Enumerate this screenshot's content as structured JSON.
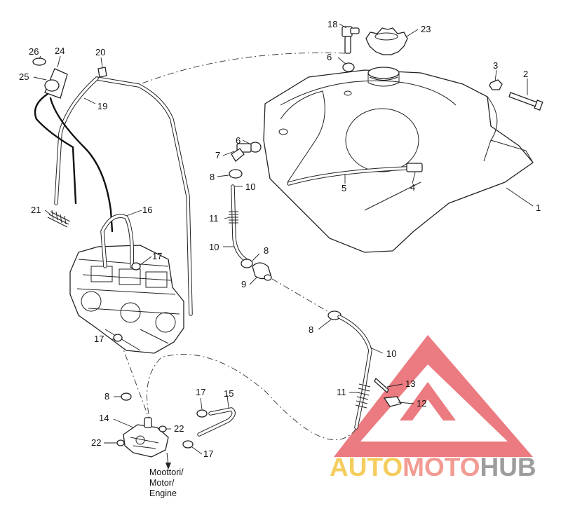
{
  "callouts": [
    {
      "id": "1",
      "label": "1"
    },
    {
      "id": "2",
      "label": "2"
    },
    {
      "id": "3",
      "label": "3"
    },
    {
      "id": "4",
      "label": "4"
    },
    {
      "id": "5",
      "label": "5"
    },
    {
      "id": "6a",
      "label": "6"
    },
    {
      "id": "6b",
      "label": "6"
    },
    {
      "id": "7",
      "label": "7"
    },
    {
      "id": "8a",
      "label": "8"
    },
    {
      "id": "8b",
      "label": "8"
    },
    {
      "id": "8c",
      "label": "8"
    },
    {
      "id": "8d",
      "label": "8"
    },
    {
      "id": "9",
      "label": "9"
    },
    {
      "id": "10a",
      "label": "10"
    },
    {
      "id": "10b",
      "label": "10"
    },
    {
      "id": "10c",
      "label": "10"
    },
    {
      "id": "11a",
      "label": "11"
    },
    {
      "id": "11b",
      "label": "11"
    },
    {
      "id": "12",
      "label": "12"
    },
    {
      "id": "13",
      "label": "13"
    },
    {
      "id": "14",
      "label": "14"
    },
    {
      "id": "15",
      "label": "15"
    },
    {
      "id": "16",
      "label": "16"
    },
    {
      "id": "17a",
      "label": "17"
    },
    {
      "id": "17b",
      "label": "17"
    },
    {
      "id": "17c",
      "label": "17"
    },
    {
      "id": "17d",
      "label": "17"
    },
    {
      "id": "18",
      "label": "18"
    },
    {
      "id": "19",
      "label": "19"
    },
    {
      "id": "20",
      "label": "20"
    },
    {
      "id": "21",
      "label": "21"
    },
    {
      "id": "22a",
      "label": "22"
    },
    {
      "id": "22b",
      "label": "22"
    },
    {
      "id": "23",
      "label": "23"
    },
    {
      "id": "24",
      "label": "24"
    },
    {
      "id": "25",
      "label": "25"
    },
    {
      "id": "26",
      "label": "26"
    }
  ],
  "engine_note": [
    "Moottori/",
    "Motor/",
    "Engine"
  ],
  "watermark": {
    "part1": "AUTO",
    "part2": "MOTO",
    "part3": "HUB",
    "color1": "#f4c542",
    "color2": "#f08a80",
    "color3": "#8c8c8c",
    "triangle_color": "#e8656b"
  }
}
